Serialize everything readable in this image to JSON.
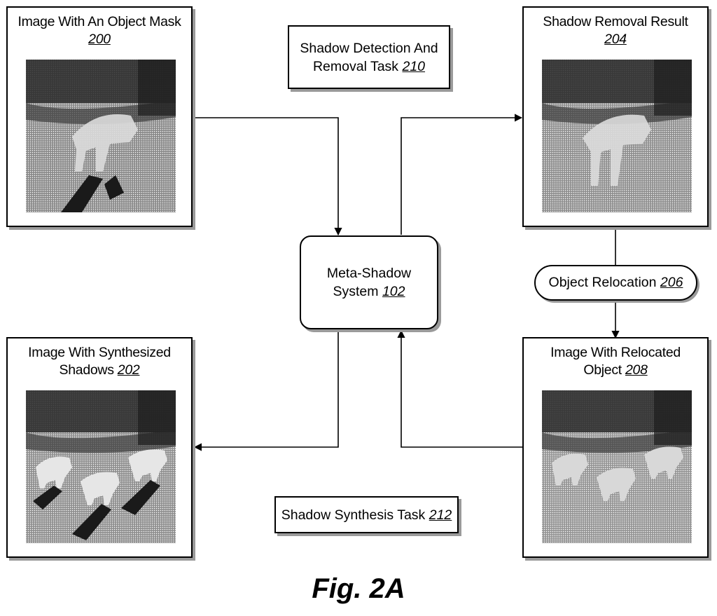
{
  "figure": {
    "caption": "Fig. 2A"
  },
  "nodes": {
    "mask_image": {
      "line1": "Image With An Object Mask",
      "line2": "",
      "ref": "200"
    },
    "removal_result": {
      "line1": "Shadow Removal Result",
      "line2": "",
      "ref": "204"
    },
    "synth_image": {
      "line1": "Image With Synthesized",
      "line2": "Shadows",
      "ref": "202"
    },
    "relocated_image": {
      "line1": "Image With Relocated",
      "line2": "Object",
      "ref": "208"
    },
    "meta_shadow": {
      "line1": "Meta-Shadow",
      "line2": "System",
      "ref": "102"
    },
    "object_relocation": {
      "label": "Object Relocation",
      "ref": "206"
    },
    "detection_task": {
      "line1": "Shadow Detection And",
      "line2": "Removal Task",
      "ref": "210"
    },
    "synthesis_task": {
      "label": "Shadow Synthesis Task",
      "ref": "212"
    }
  },
  "colors": {
    "line": "#000000",
    "shadow": "#9a9a9a",
    "background": "#ffffff"
  }
}
